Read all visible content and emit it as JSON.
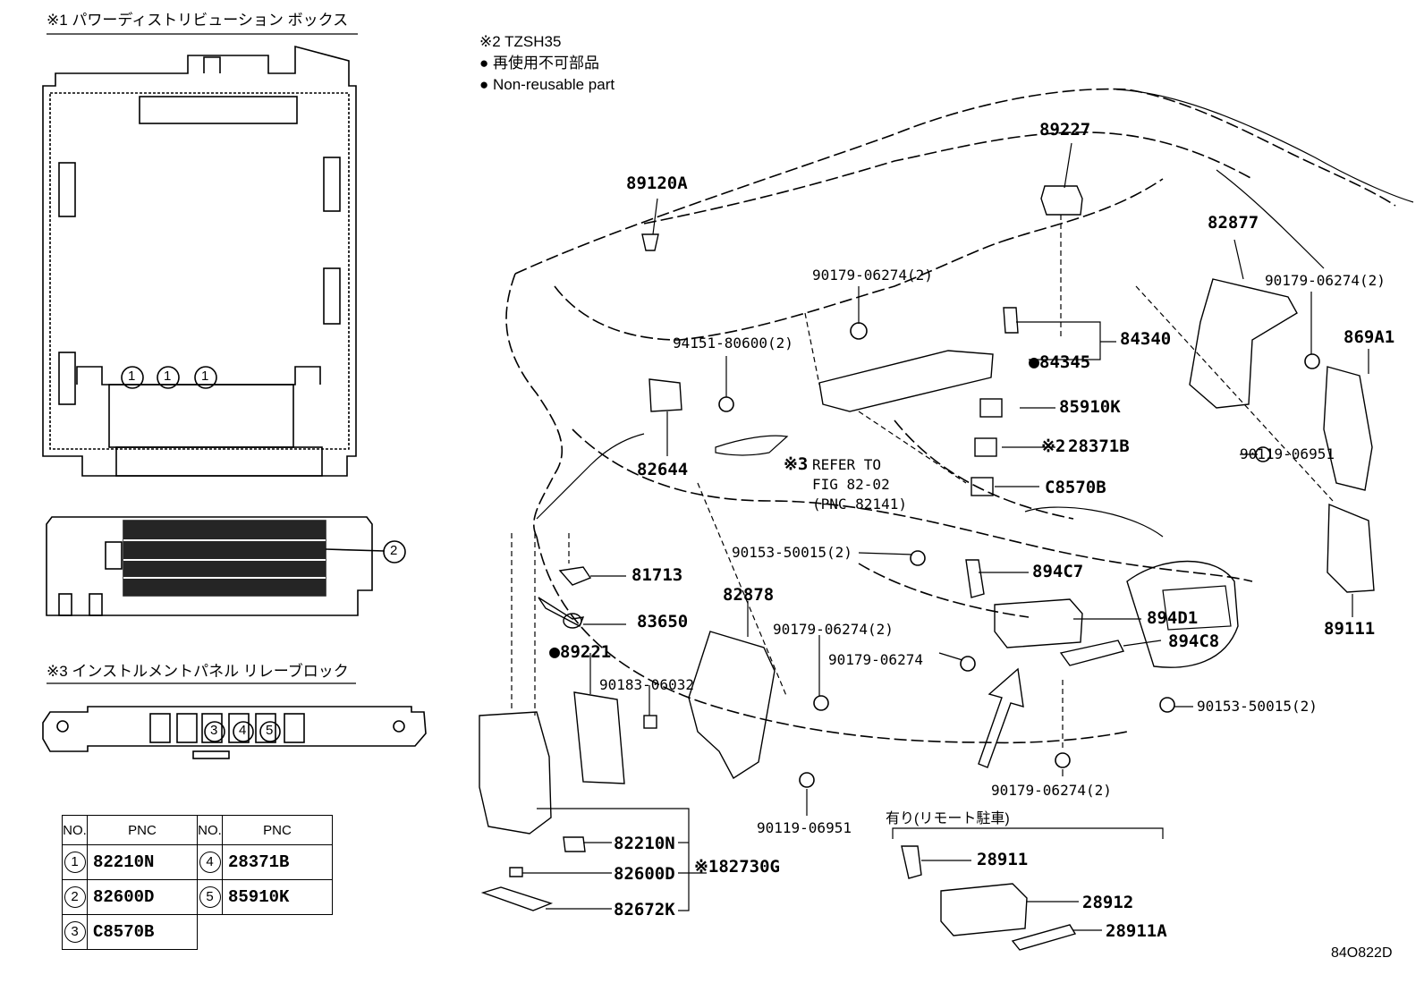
{
  "sections": {
    "s1_title": "※1 パワーディストリビューション ボックス",
    "s3_title": "※3 インストルメントパネル リレーブロック",
    "s2_note": "※2 TZSH35",
    "legend_jp": "再使用不可部品",
    "legend_en": "Non-reusable part",
    "remote_parking": "有り(リモート駐車)",
    "figure_code": "84O822D"
  },
  "circle_numbers": {
    "c1": "1",
    "c2": "2",
    "c3": "3",
    "c4": "4",
    "c5": "5"
  },
  "table": {
    "h_no": "NO.",
    "h_pnc": "PNC",
    "rows": [
      {
        "no1": "1",
        "pnc1": "82210N",
        "no2": "4",
        "pnc2": "28371B"
      },
      {
        "no1": "2",
        "pnc1": "82600D",
        "no2": "5",
        "pnc2": "85910K"
      },
      {
        "no1": "3",
        "pnc1": "C8570B",
        "no2": "",
        "pnc2": ""
      }
    ]
  },
  "labels": {
    "p89227": "89227",
    "p89120A": "89120A",
    "p82877": "82877",
    "p90179_a": "90179-06274(2)",
    "p90179_b": "90179-06274(2)",
    "p869A1": "869A1",
    "p94151": "94151-80600(2)",
    "p84340": "84340",
    "p84345": "84345",
    "p85910K": "85910K",
    "p28371B": "28371B",
    "p82644": "82644",
    "p90119_a": "90119-06951",
    "refer1": "REFER TO",
    "refer2": "FIG 82-02",
    "refer3": "(PNC 82141)",
    "mark3": "※3",
    "mark2": "※2",
    "pC8570B": "C8570B",
    "p90153_a": "90153-50015(2)",
    "p894C7": "894C7",
    "p81713": "81713",
    "p82878": "82878",
    "p83650": "83650",
    "p90179_c": "90179-06274(2)",
    "p894D1": "894D1",
    "p89111": "89111",
    "p89221": "89221",
    "p90179_d": "90179-06274",
    "p894C8": "894C8",
    "p90183": "90183-06032",
    "p90153_b": "90153-50015(2)",
    "p90179_e": "90179-06274(2)",
    "p90119_b": "90119-06951",
    "p82210N": "82210N",
    "p82600D": "82600D",
    "p82730G": "※182730G",
    "p82672K": "82672K",
    "p28911": "28911",
    "p28912": "28912",
    "p28911A": "28911A"
  }
}
